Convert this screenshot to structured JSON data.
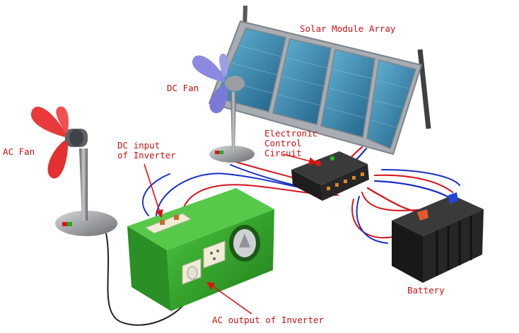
{
  "labels": {
    "solar_module_array": "Solar Module Array",
    "dc_fan": "DC Fan",
    "ac_fan": "AC Fan",
    "dc_input_line1": "DC input",
    "dc_input_line2": "of Inverter",
    "control_line1": "Electronic",
    "control_line2": "Control",
    "control_line3": "Circuit",
    "ac_output": "AC output of Inverter",
    "battery": "Battery"
  },
  "colors": {
    "label_text": "#cc1111",
    "arrow": "#dd1111",
    "panel_cells": "#3a88b0",
    "panel_frame": "#9aa0a6",
    "inverter_body": "#2fa02a",
    "battery_body": "#2b2b2b",
    "dc_fan_blade": "#8a8ae0",
    "ac_fan_blade": "#e83a3a",
    "wire_red": "#d8141c",
    "wire_blue": "#1830c8",
    "wire_black": "#222222",
    "control_box": "#222222"
  }
}
